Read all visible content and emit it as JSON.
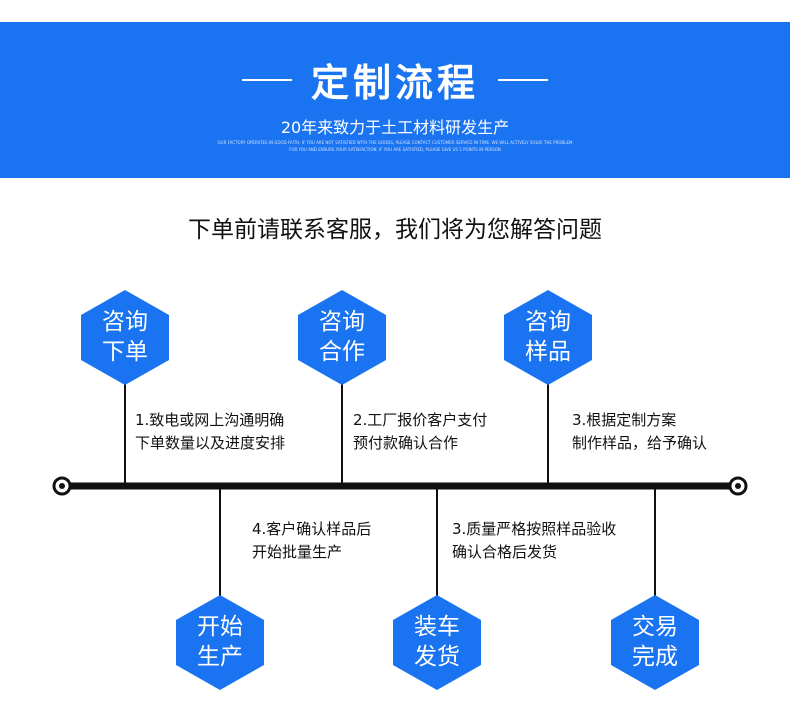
{
  "header": {
    "title": "定制流程",
    "subtitle": "20年来致力于土工材料研发生产",
    "fine_print_1": "OUR FACTORY OPERATES IN GOOD FAITH. IF YOU ARE NOT SATISFIED WITH THE GOODS, PLEASE CONTACT CUSTOMER SERVICE IN TIME. WE WILL ACTIVELY SOLVE THE PROBLEM",
    "fine_print_2": "FOR YOU AND ENSURE YOUR SATISFACTION. IF YOU ARE SATISFIED, PLEASE GIVE US 5 POINTS IN PERSON"
  },
  "notice": "下单前请联系客服，我们将为您解答问题",
  "colors": {
    "banner": "#1a73f0",
    "hexagon": "#1a73f0",
    "timeline": "#111111"
  },
  "steps": [
    {
      "hex_line1": "咨询",
      "hex_line2": "下单",
      "text_line1": "1.致电或网上沟通明确",
      "text_line2": "下单数量以及进度安排"
    },
    {
      "hex_line1": "咨询",
      "hex_line2": "合作",
      "text_line1": "2.工厂报价客户支付",
      "text_line2": "预付款确认合作"
    },
    {
      "hex_line1": "咨询",
      "hex_line2": "样品",
      "text_line1": "3.根据定制方案",
      "text_line2": "制作样品，给予确认"
    },
    {
      "hex_line1": "开始",
      "hex_line2": "生产",
      "text_line1": "4.客户确认样品后",
      "text_line2": "开始批量生产"
    },
    {
      "hex_line1": "装车",
      "hex_line2": "发货",
      "text_line1": "3.质量严格按照样品验收",
      "text_line2": "确认合格后发货"
    },
    {
      "hex_line1": "交易",
      "hex_line2": "完成",
      "text_line1": "",
      "text_line2": ""
    }
  ]
}
